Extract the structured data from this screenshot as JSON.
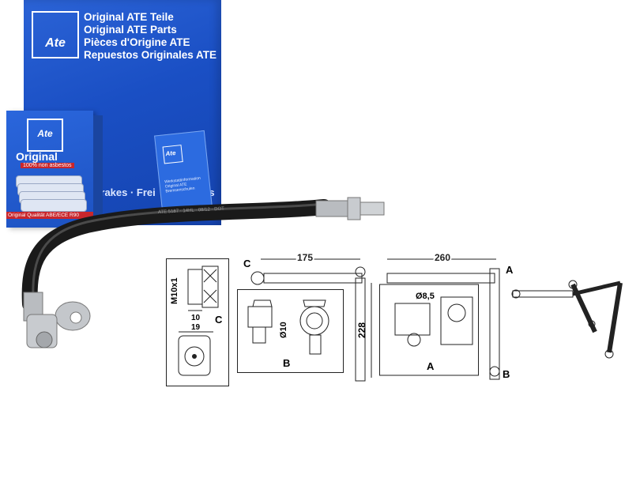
{
  "big_box": {
    "logo": "Ate",
    "lines": [
      "Original ATE Teile",
      "Original ATE Parts",
      "Pièces d'Origine ATE",
      "Repuestos Originales ATE"
    ],
    "brakes_line": "Brakes · Frei",
    "brakes_line_tail": "os"
  },
  "small_box": {
    "logo": "Ate",
    "title": "Original",
    "non_asbestos": "100% non asbestos",
    "quality": "Original Qualität  ABE/ECE R90"
  },
  "leaflet": {
    "logo": "Ate",
    "text": "Werkstattinformation Original ATE Bremsenschulen"
  },
  "hose_print": "ATE 5187 · 14HL · 08/12 · DOT",
  "drawing1": {
    "thread_label": "M10x1",
    "dim_10": "10",
    "dim_19": "19",
    "letter": "C"
  },
  "drawing2": {
    "dia_label": "Ø10",
    "letter": "B"
  },
  "drawing3": {
    "letter_c": "C",
    "dim_175": "175",
    "dim_228": "228"
  },
  "drawing4": {
    "dim_260": "260",
    "dia_label": "Ø8,5",
    "letter_a": "A",
    "letter_a_small": "A",
    "letter_b": "B"
  }
}
